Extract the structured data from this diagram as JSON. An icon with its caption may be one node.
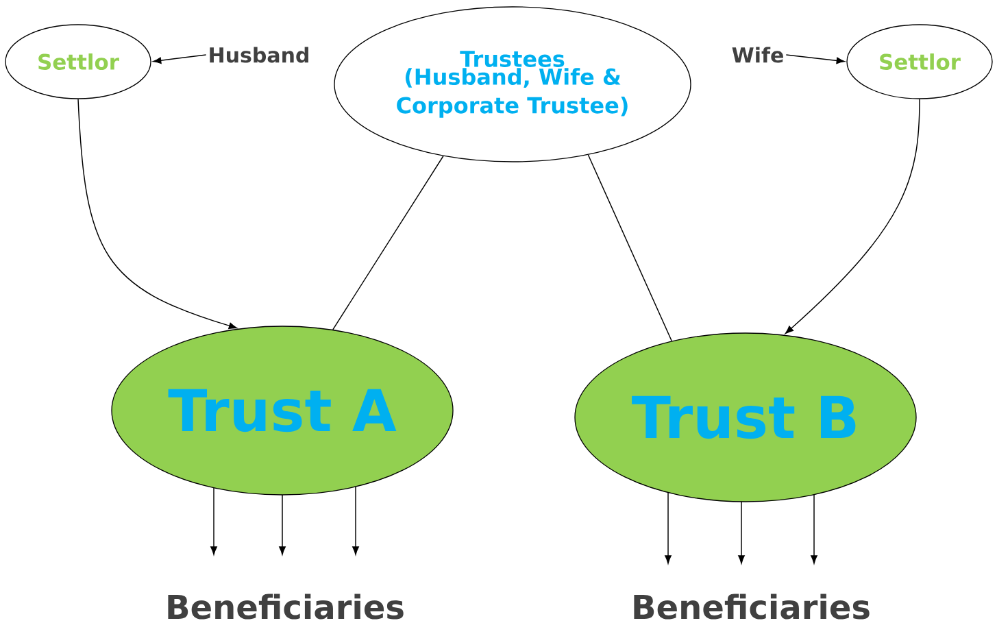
{
  "diagram": {
    "nodes": [
      {
        "text": [
          "Settlor"
        ]
      },
      {
        "text": [
          "Husband"
        ]
      },
      {
        "text": [
          "Trustees",
          "(Husband, Wife & Corporate Trustee)"
        ]
      },
      {
        "text": [
          "Wife"
        ]
      },
      {
        "text": [
          "Settlor"
        ]
      },
      {
        "text": [
          "Trust A"
        ]
      },
      {
        "text": [
          "Trust B"
        ]
      },
      {
        "text": [
          "Beneficiaries"
        ]
      },
      {
        "text": [
          "Beneficiaries"
        ]
      }
    ],
    "edges": [
      {
        "from": 1,
        "to": 0,
        "arrow": "to"
      },
      {
        "from": 3,
        "to": 4,
        "arrow": "to"
      },
      {
        "from": 0,
        "to": 5,
        "arrow": "to"
      },
      {
        "from": 4,
        "to": 6,
        "arrow": "to"
      },
      {
        "from": 2,
        "to": 5,
        "arrow": "none"
      },
      {
        "from": 2,
        "to": 6,
        "arrow": "none"
      },
      {
        "from": 5,
        "to": 7,
        "arrow": "to"
      },
      {
        "from": 5,
        "to": 7,
        "arrow": "to"
      },
      {
        "from": 5,
        "to": 7,
        "arrow": "to"
      },
      {
        "from": 6,
        "to": 8,
        "arrow": "to"
      },
      {
        "from": 6,
        "to": 8,
        "arrow": "to"
      },
      {
        "from": 6,
        "to": 8,
        "arrow": "to"
      }
    ]
  }
}
